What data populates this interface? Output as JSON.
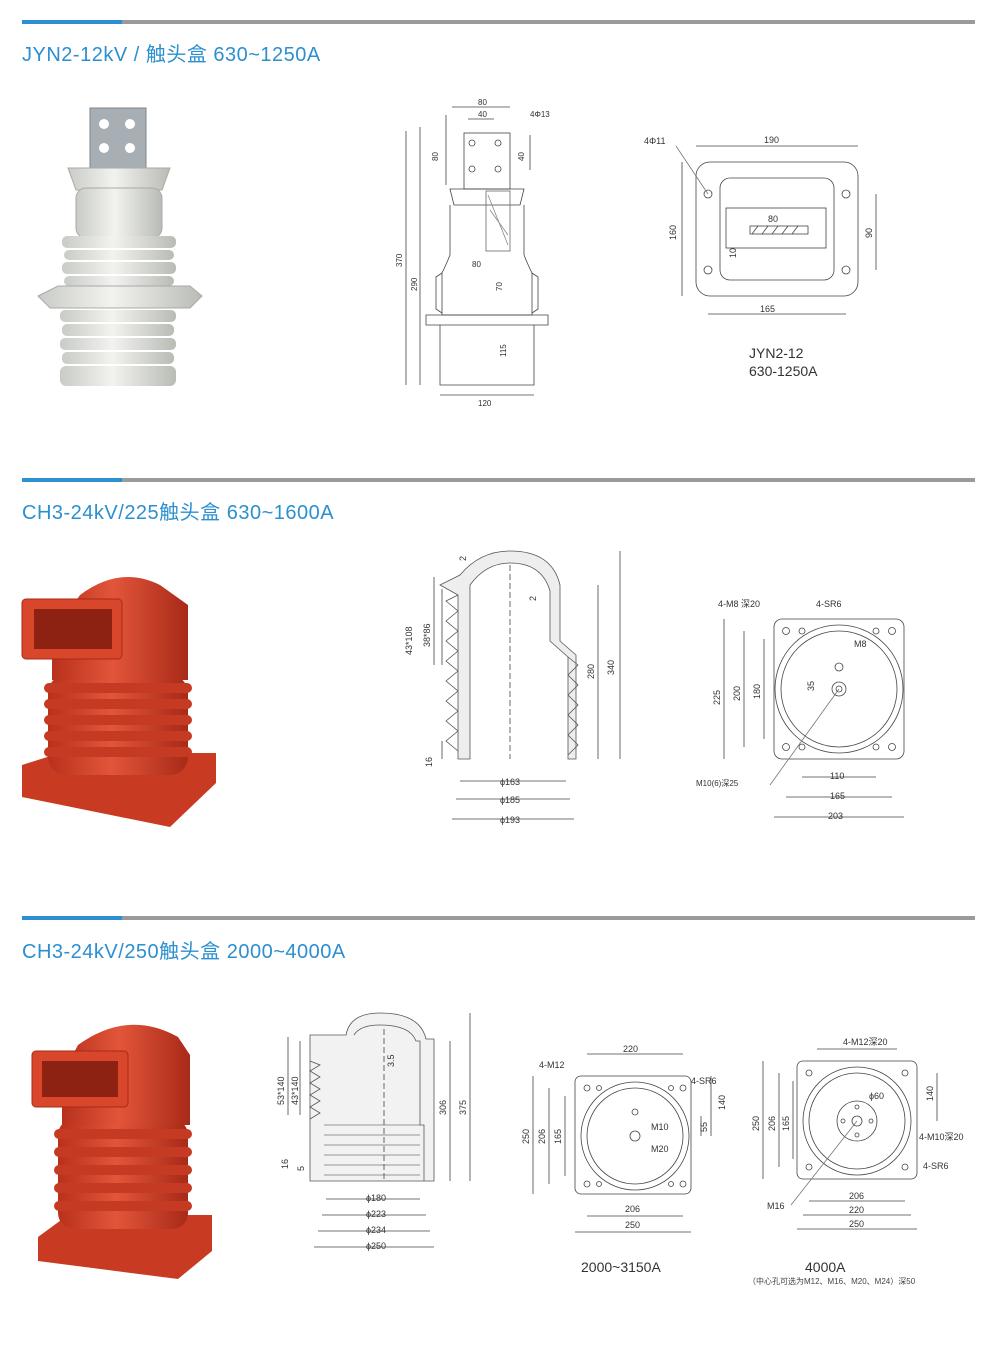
{
  "sections": [
    {
      "title": "JYN2-12kV / 触头盒  630~1250A",
      "side_dims": {
        "top_w": "80",
        "inner_w": "40",
        "holes": "4Φ13",
        "h1": "80",
        "h2": "40",
        "total_h": "370",
        "body_h": "290",
        "mid_w": "80",
        "neck_h": "70",
        "base_h": "115",
        "base_w": "120"
      },
      "plan_dims": {
        "holes": "4Φ11",
        "w": "190",
        "h": "160",
        "slot_w": "80",
        "slot_h": "10",
        "inner_h": "90",
        "bolt_w": "165"
      },
      "caption_line1": "JYN2-12",
      "caption_line2": "630-1250A"
    },
    {
      "title": "CH3-24kV/225触头盒  630~1600A",
      "side_dims": {
        "top_gap": "2",
        "inner_gap": "2",
        "rib_a": "43*108",
        "rib_b": "38*86",
        "bottom": "16",
        "h1": "280",
        "h2": "340",
        "d1": "ϕ163",
        "d2": "ϕ185",
        "d3": "ϕ193"
      },
      "plan_dims": {
        "holes": "4-M8 深20",
        "sr": "4-SR6",
        "m8": "M8",
        "h35": "35",
        "h225": "225",
        "h200": "200",
        "h180": "180",
        "m10": "M10(6)深25",
        "w110": "110",
        "w165": "165",
        "w203": "203"
      }
    },
    {
      "title": "CH3-24kV/250触头盒  2000~4000A",
      "side_dims": {
        "rib_a": "53*140",
        "rib_b": "43*140",
        "gap": "3.5",
        "h306": "306",
        "h375": "375",
        "b16": "16",
        "b5": "5",
        "d180": "ϕ180",
        "d223": "ϕ223",
        "d234": "ϕ234",
        "d250": "ϕ250"
      },
      "plan_a": {
        "m12": "4-M12",
        "w220": "220",
        "sr": "4-SR6",
        "h140": "140",
        "h55": "55",
        "m10": "M10",
        "m20": "M20",
        "h250": "250",
        "h206": "206",
        "h165": "165",
        "w206": "206",
        "w250": "250",
        "caption": "2000~3150A"
      },
      "plan_b": {
        "m12": "4-M12深20",
        "d60": "ϕ60",
        "h140": "140",
        "m10": "4-M10深20",
        "sr": "4-SR6",
        "h250": "250",
        "h206": "206",
        "h165": "165",
        "m16": "M16",
        "w206": "206",
        "w220": "220",
        "w250": "250",
        "caption": "4000A",
        "note": "（中心孔可选为M12、M16、M20、M24）深50"
      }
    }
  ],
  "colors": {
    "accent": "#2b8fd0",
    "rule": "#9a9a9a",
    "epoxy_white": "#e8e9e4",
    "epoxy_red": "#d8412a"
  }
}
